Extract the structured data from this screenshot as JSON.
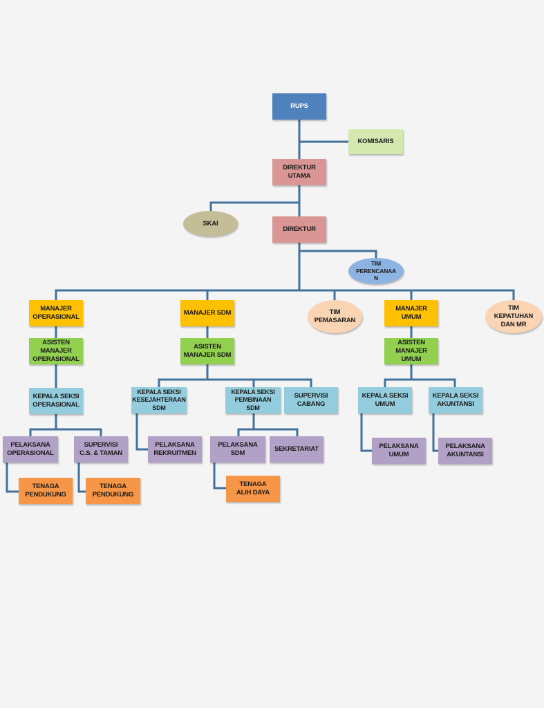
{
  "colors": {
    "blue": "#4f81bd",
    "green_light": "#d5e8b0",
    "pink": "#d99694",
    "khaki": "#c4bd97",
    "light_blue": "#8db3e2",
    "gold": "#ffc000",
    "peach": "#fbd4b4",
    "green": "#92d050",
    "aqua": "#93cddd",
    "lavender": "#b2a1c7",
    "orange": "#f79646",
    "line": "#41719c"
  },
  "nodes": {
    "rups": "RUPS",
    "komisaris": "KOMISARIS",
    "direktur_utama": "DIREKTUR\nUTAMA",
    "skai": "SKAI",
    "direktur": "DIREKTUR",
    "tim_perencanaan": "TIM\nPERENCANAA\nN",
    "manajer_operasional": "MANAJER\nOPERASIONAL",
    "manajer_sdm": "MANAJER SDM",
    "tim_pemasaran": "TIM\nPEMASARAN",
    "manajer_umum": "MANAJER UMUM",
    "tim_kepatuhan": "TIM\nKEPATUHAN\nDAN MR",
    "asisten_manajer_operasional": "ASISTEN\nMANAJER\nOPERASIONAL",
    "asisten_manajer_sdm": "ASISTEN\nMANAJER SDM",
    "asisten_manajer_umum": "ASISTEN\nMANAJER UMUM",
    "kepala_seksi_operasional": "KEPALA SEKSI\nOPERASIONAL",
    "kepala_seksi_kesejahteraan": "KEPALA SEKSI\nKESEJAHTERAAN\nSDM",
    "kepala_seksi_pembinaan": "KEPALA SEKSI\nPEMBINAAN\nSDM",
    "supervisi_cabang": "SUPERVISI\nCABANG",
    "kepala_seksi_umum": "KEPALA SEKSI\nUMUM",
    "kepala_seksi_akuntansi": "KEPALA SEKSI\nAKUNTANSI",
    "pelaksana_operasional": "PELAKSANA\nOPERASIONAL",
    "supervisi_cs_taman": "SUPERVISI\nC.S. & TAMAN",
    "pelaksana_rekruitmen": "PELAKSANA\nREKRUITMEN",
    "pelaksana_sdm": "PELAKSANA SDM",
    "sekretariat": "SEKRETARIAT",
    "pelaksana_umum": "PELAKSANA\nUMUM",
    "pelaksana_akuntansi": "PELAKSANA\nAKUNTANSI",
    "tenaga_pendukung_1": "TENAGA\nPENDUKUNG",
    "tenaga_pendukung_2": "TENAGA\nPENDUKUNG",
    "tenaga_alih_daya": "TENAGA\nALIH DAYA"
  }
}
